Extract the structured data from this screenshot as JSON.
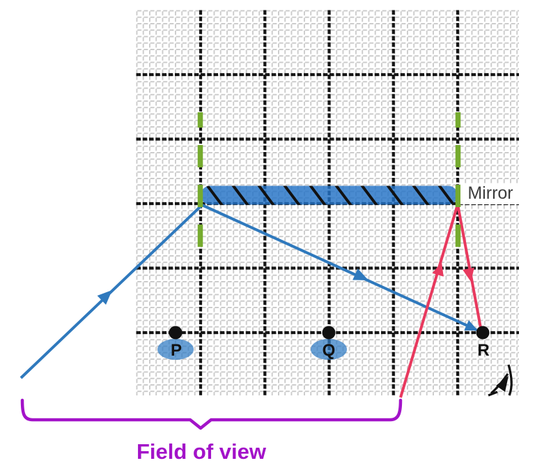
{
  "labels": {
    "mirror": "Mirror",
    "field_of_view": "Field of view"
  },
  "points": [
    {
      "label": "P",
      "highlighted": true
    },
    {
      "label": "Q",
      "highlighted": true
    },
    {
      "label": "R",
      "highlighted": false
    }
  ],
  "icons": [
    {
      "name": "eye-icon",
      "meaning": "observer eye at lower right of grid"
    }
  ],
  "colors": {
    "ray-blue": "#2f79bd",
    "highlight-blue": "#2e7ac4",
    "mirror-blue": "#2272c6",
    "ray-red": "#e8395e",
    "normal-green": "#76ab2f",
    "brace-purple": "#a313c9",
    "grid-minor": "#cbcbcb",
    "grid-major": "#161616",
    "hatch-black": "#111111",
    "dot-black": "#111111",
    "label-text": "#3d3d3d",
    "mirror-label-bg": "#ffffff"
  }
}
